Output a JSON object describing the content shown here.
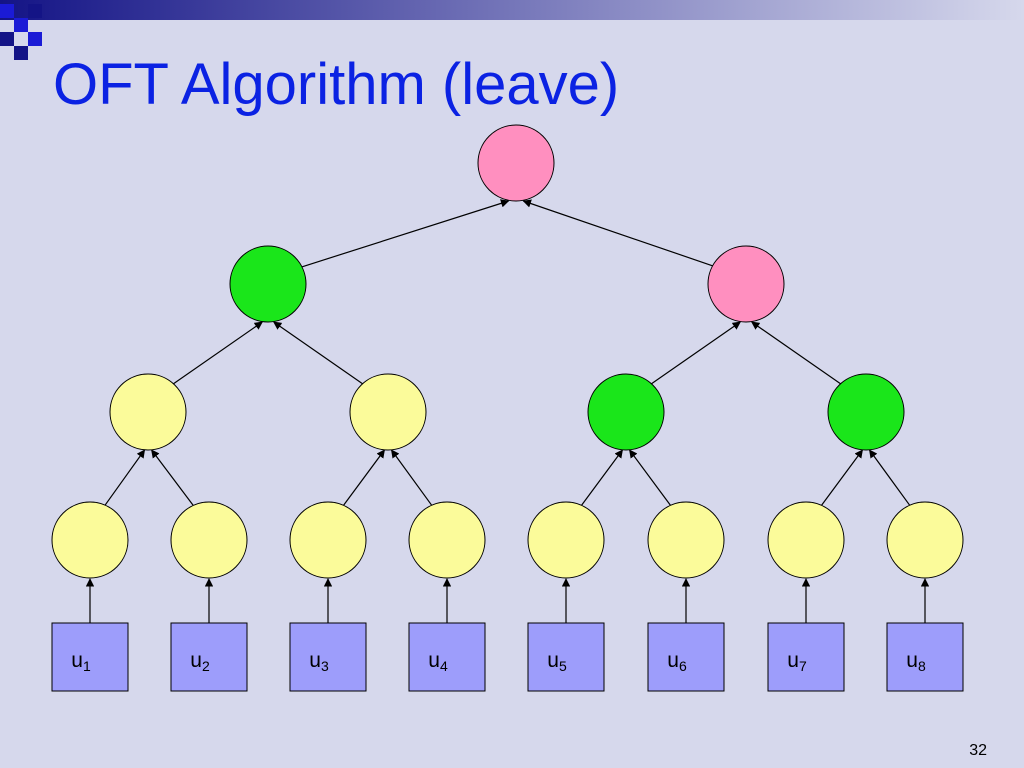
{
  "slide": {
    "title": "OFT Algorithm (leave)",
    "page_number": "32"
  },
  "colors": {
    "background": "#d6d8ec",
    "title": "#0b22e3",
    "header_gradient_start": "#141486",
    "header_gradient_end": "#d6d8ec",
    "deco_blue": "#1b1bd6",
    "deco_dark": "#141486",
    "node_pink": "#ff8fbf",
    "node_green": "#1ae61a",
    "node_yellow": "#fbfb9a",
    "user_box": "#9d9dfb",
    "edge": "#000000"
  },
  "tree": {
    "root": "pink",
    "level1": [
      "green",
      "pink"
    ],
    "level2": [
      "yellow",
      "yellow",
      "green",
      "green"
    ],
    "level3": [
      "yellow",
      "yellow",
      "yellow",
      "yellow",
      "yellow",
      "yellow",
      "yellow",
      "yellow"
    ]
  },
  "users": [
    {
      "base": "u",
      "sub": "1"
    },
    {
      "base": "u",
      "sub": "2"
    },
    {
      "base": "u",
      "sub": "3"
    },
    {
      "base": "u",
      "sub": "4"
    },
    {
      "base": "u",
      "sub": "5"
    },
    {
      "base": "u",
      "sub": "6"
    },
    {
      "base": "u",
      "sub": "7"
    },
    {
      "base": "u",
      "sub": "8"
    }
  ]
}
